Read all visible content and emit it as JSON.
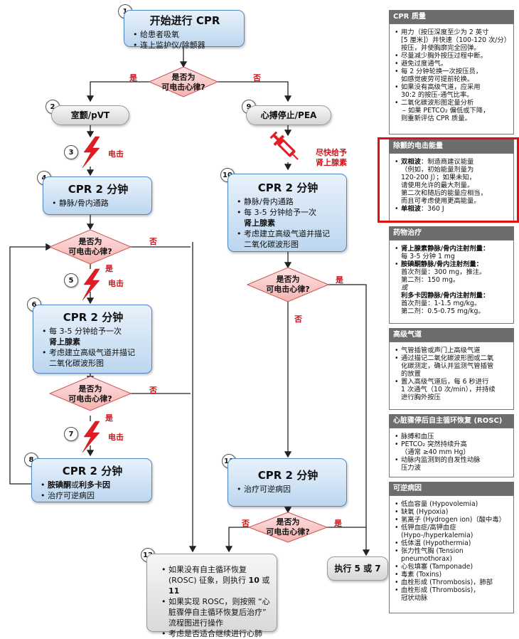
{
  "flow": {
    "n1": "1",
    "b1_title": "开始进行 CPR",
    "b1_i1": "给患者吸氧",
    "b1_i2": "连上监护仪/除颤器",
    "yes": "是",
    "no": "否",
    "d1a": "是否为",
    "d1b": "可电击心律?",
    "n2": "2",
    "p2": "室颤/pVT",
    "n9": "9",
    "p9": "心搏停止/PEA",
    "n3": "3",
    "shock": "电击",
    "epi_label_1": "尽快给予",
    "epi_label_2": "肾上腺素",
    "n4": "4",
    "b4_title": "CPR 2 分钟",
    "b4_i1": "静脉/骨内通路",
    "n10": "10",
    "b10_title": "CPR 2 分钟",
    "b10_i1": "静脉/骨内通路",
    "b10_i2": "每 3-5 分钟给予一次",
    "b10_i2b": "肾上腺素",
    "b10_i3": "考虑建立高级气道并描记",
    "b10_i3b": "二氧化碳波形图",
    "n5": "5",
    "n6": "6",
    "b6_title": "CPR 2 分钟",
    "b6_i1": "每 3-5 分钟给予一次",
    "b6_i1b": "肾上腺素",
    "b6_i2": "考虑建立高级气道并描记",
    "b6_i2b": "二氧化碳波形图",
    "n7": "7",
    "n8": "8",
    "b8_title": "CPR 2 分钟",
    "b8_i1a": "胺碘酮",
    "b8_i1m": "或",
    "b8_i1b": "利多卡因",
    "b8_i2": "治疗可逆病因",
    "n11": "11",
    "b11_title": "CPR 2 分钟",
    "b11_i1": "治疗可逆病因",
    "n12": "12",
    "b12_i1a": "如果没有自主循环恢复",
    "b12_i1b": "(ROSC) 征象，则执行 ",
    "b12_i1c": "10",
    "b12_i1d": " 或 ",
    "b12_i1e": "11",
    "b12_i2a": "如果实现 ROSC，则按照 “心",
    "b12_i2b": "脏骤停自主循环恢复后治疗”",
    "b12_i2c": "流程图进行操作",
    "b12_i3": "考虑是否适合继续进行心肺",
    "go57": "执行 5 或 7"
  },
  "panel": {
    "cpr_quality": {
      "title": "CPR 质量",
      "lines": [
        [
          "•",
          "用力（按压深度至少为 2 英寸"
        ],
        [
          "",
          "[5 厘米]）并快速（100-120 次/分）"
        ],
        [
          "",
          "按压，并使胸廓完全回弹。"
        ],
        [
          "•",
          "尽量减少胸外按压过程中断。"
        ],
        [
          "•",
          "避免过度通气。"
        ],
        [
          "•",
          "每 2 分钟轮换一次按压员，"
        ],
        [
          "",
          "如感觉疲劳可提前轮换。"
        ],
        [
          "•",
          "如果没有高级气道，应采用"
        ],
        [
          "",
          "30:2 的按压-通气比率。"
        ],
        [
          "•",
          "二氧化碳波形图定量分析"
        ],
        [
          "–",
          "如果 PETCO₂ 偏低或下降，"
        ],
        [
          "",
          "则重新评估 CPR 质量。"
        ]
      ]
    },
    "shock_energy": {
      "title": "除颤的电击能量",
      "biphasic_label": "双相波",
      "lines": [
        "：制造商建议能量",
        "（例如，初始能量剂量为",
        "120-200 J）；如果未知，",
        "请使用允许的最大剂量。",
        "第二次和随后的能量应相当，",
        "而且可考虑使用更高能量。"
      ],
      "mono_label": "单相波",
      "mono_value": "：360 J"
    },
    "drug": {
      "title": "药物治疗",
      "epi_label": "肾上腺素静脉/骨内注射剂量：",
      "epi_value": "每 3-5 分钟 1 mg",
      "amio_label": "胺碘酮静脉/骨内注射剂量：",
      "amio_1": "首次剂量：300 mg，推注。",
      "amio_2": "第二剂：150 mg。",
      "or": "或",
      "lido_label": "利多卡因静脉/骨内注射剂量：",
      "lido_1": "首次剂量：1-1.5 mg/kg。",
      "lido_2": "第二剂：0.5-0.75 mg/kg。"
    },
    "airway": {
      "title": "高级气道",
      "lines": [
        [
          "•",
          "气管插管或声门上高级气道"
        ],
        [
          "•",
          "通过描记二氧化碳波形图或二氧"
        ],
        [
          "",
          "化碳测定，确认并监测气管插管"
        ],
        [
          "",
          "的放置"
        ],
        [
          "•",
          "置入高级气道后，每 6 秒进行"
        ],
        [
          "",
          "1 次通气（10 次/min），并持续"
        ],
        [
          "",
          "进行胸外按压"
        ]
      ]
    },
    "rosc": {
      "title": "心脏骤停后自主循环恢复 (ROSC)",
      "lines": [
        [
          "•",
          "脉搏和血压"
        ],
        [
          "•",
          "PETCO₂ 突然持续升高"
        ],
        [
          "",
          "（通常 ≥40 mm Hg）"
        ],
        [
          "•",
          "动脉内监测到的自发性动脉"
        ],
        [
          "",
          "压力波"
        ]
      ]
    },
    "causes": {
      "title": "可逆病因",
      "lines": [
        [
          "•",
          "低血容量 (Hypovolemia)"
        ],
        [
          "•",
          "缺氧 (Hypoxia)"
        ],
        [
          "•",
          "氢离子 (Hydrogen ion)（酸中毒）"
        ],
        [
          "•",
          "低钾血症/高钾血症"
        ],
        [
          "",
          "(Hypo-/hyperkalemia)"
        ],
        [
          "•",
          "低体温 (Hypothermia)"
        ],
        [
          "•",
          "张力性气胸 (Tension"
        ],
        [
          "",
          "pneumothorax)"
        ],
        [
          "•",
          "心包填塞 (Tamponade)"
        ],
        [
          "•",
          "毒素 (Toxins)"
        ],
        [
          "•",
          "血栓形成 (Thrombosis)，肺部"
        ],
        [
          "•",
          "血栓形成 (Thrombosis)，"
        ],
        [
          "",
          "冠状动脉"
        ]
      ]
    }
  }
}
